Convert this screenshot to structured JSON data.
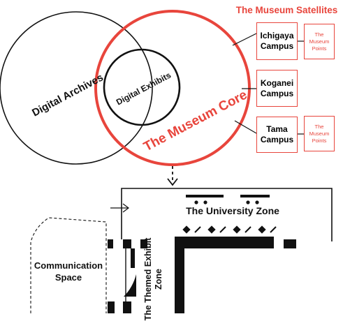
{
  "colors": {
    "accent": "#e8453c",
    "ink": "#111111"
  },
  "diagram": {
    "satellites_title": "The Museum Satellites",
    "archives_label": "Digital Archives",
    "exhibits_label": "Digital Exhibits",
    "core_label": "The Museum Core",
    "campuses": [
      {
        "name": "Ichigaya Campus",
        "points": "The Museum Points"
      },
      {
        "name": "Koganei Campus",
        "points": ""
      },
      {
        "name": "Tama Campus",
        "points": "The Museum Points"
      }
    ]
  },
  "floorplan": {
    "university_zone": "The University Zone",
    "themed_zone": "The Themed Exhibit Zone",
    "communication_space": "Communication Space"
  }
}
